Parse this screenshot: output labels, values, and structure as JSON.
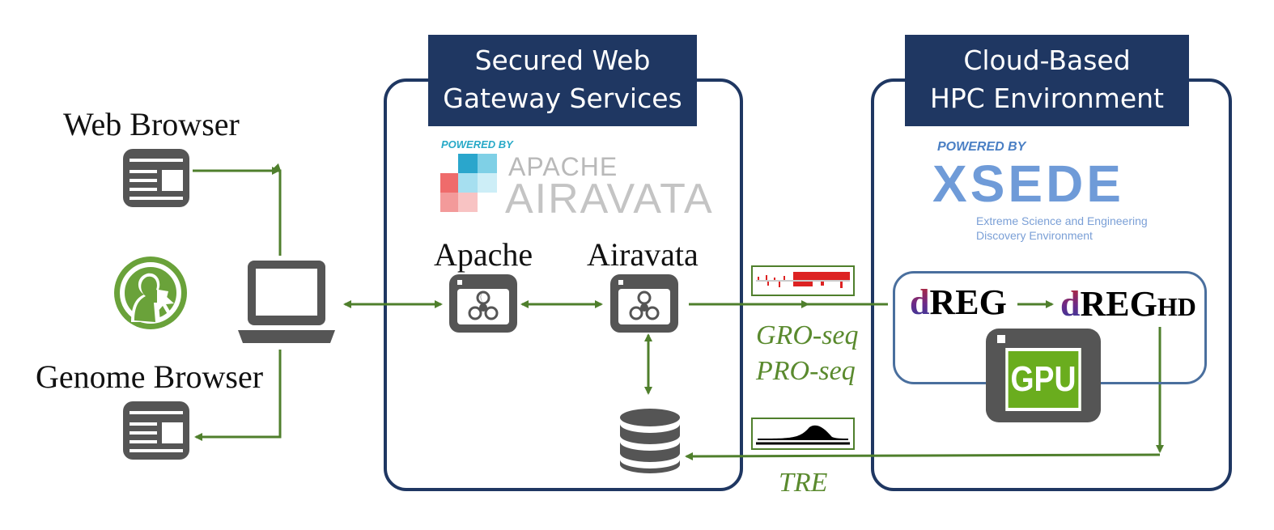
{
  "left": {
    "web_browser_label": "Web Browser",
    "genome_browser_label": "Genome Browser",
    "icons": [
      "web-browser-icon",
      "user-cursor-icon",
      "laptop-icon",
      "genome-browser-icon"
    ]
  },
  "gateway": {
    "header_line1": "Secured Web",
    "header_line2": "Gateway Services",
    "powered_by": "POWERED BY",
    "logo_line1": "APACHE",
    "logo_line2": "AIRAVATA",
    "node1_label": "Apache",
    "node2_label": "Airavata"
  },
  "hpc": {
    "header_line1": "Cloud-Based",
    "header_line2": "HPC Environment",
    "powered_by": "POWERED BY",
    "logo": "XSEDE",
    "logo_sub1": "Extreme Science and Engineering",
    "logo_sub2": "Discovery Environment",
    "dreg_d": "d",
    "dreg_rest": "REG",
    "dreghd_d": "d",
    "dreghd_rest": "REG",
    "dreghd_suffix": "HD",
    "gpu_label": "GPU"
  },
  "transfer": {
    "input_line1": "GRO-seq",
    "input_line2": "PRO-seq",
    "output": "TRE"
  },
  "colors": {
    "navy": "#1f3762",
    "arrow_green": "#4f7f2c",
    "icon_gray": "#555555",
    "user_green": "#6aa23a",
    "gpu_green": "#6aad1e",
    "seq_green": "#5a8a2e",
    "xsede_blue": "#6f9bd8"
  }
}
